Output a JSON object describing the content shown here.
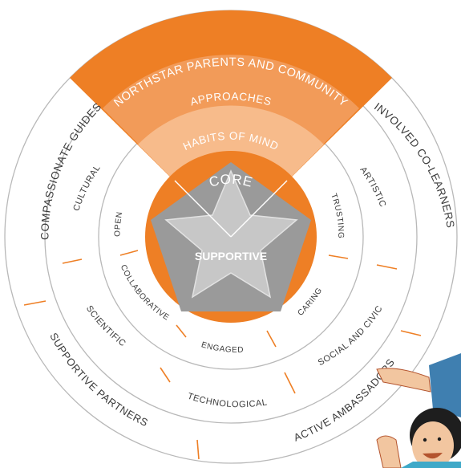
{
  "colors": {
    "orange_dark": "#EE7F25",
    "orange_mid": "#F29B59",
    "orange_light": "#F7BB8B",
    "ring_line": "#B8B8B8",
    "tick": "#EE7F25",
    "text_dark": "#3A3A3A",
    "star_dark": "#8E8E8E",
    "star_light": "#C9C9C9"
  },
  "outer_ring": {
    "top": "NORTHSTAR PARENTS AND COMMUNITY",
    "left": "COMPASSIONATE GUIDES",
    "right": "INVOLVED CO-LEARNERS",
    "bottom_left": "SUPPORTIVE PARTNERS",
    "bottom_right": "ACTIVE AMBASSADORS"
  },
  "middle_ring": {
    "top": "APPROACHES",
    "left": "CULTURAL",
    "right": "ARTISTIC",
    "bottom_left": "SCIENTIFIC",
    "bottom": "TECHNOLOGICAL",
    "bottom_right": "SOCIAL AND CIVIC"
  },
  "inner_ring": {
    "top": "HABITS OF MIND",
    "left": "OPEN",
    "right": "TRUSTING",
    "bottom_left": "COLLABORATIVE",
    "bottom": "ENGAGED",
    "bottom_right": "CARING"
  },
  "core": {
    "title": "CORE",
    "center": "SUPPORTIVE"
  }
}
